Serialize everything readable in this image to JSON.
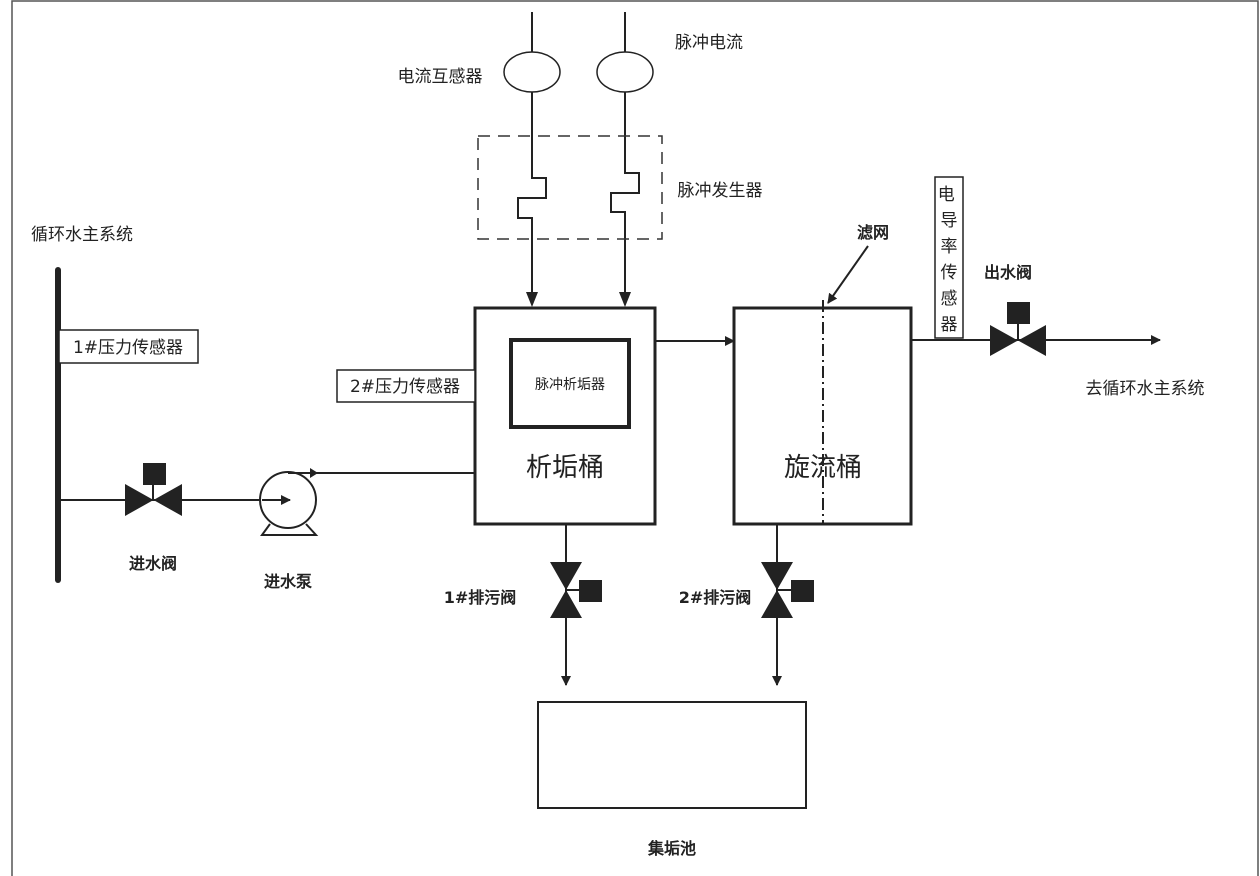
{
  "labels": {
    "main_system": "循环水主系统",
    "pressure_sensor_1": "1#压力传感器",
    "pressure_sensor_2": "2#压力传感器",
    "inlet_valve": "进水阀",
    "inlet_pump": "进水泵",
    "current_transformer": "电流互感器",
    "pulse_current": "脉冲电流",
    "pulse_generator": "脉冲发生器",
    "pulse_descaler": "脉冲析垢器",
    "descaling_tank": "析垢桶",
    "cyclone_tank": "旋流桶",
    "filter_screen": "滤网",
    "conductivity_sensor": "电导率传感器",
    "outlet_valve": "出水阀",
    "to_main_system": "去循环水主系统",
    "drain_valve_1": "1#排污阀",
    "drain_valve_2": "2#排污阀",
    "scale_pool": "集垢池"
  },
  "colors": {
    "line": "#222222",
    "background": "#ffffff"
  }
}
